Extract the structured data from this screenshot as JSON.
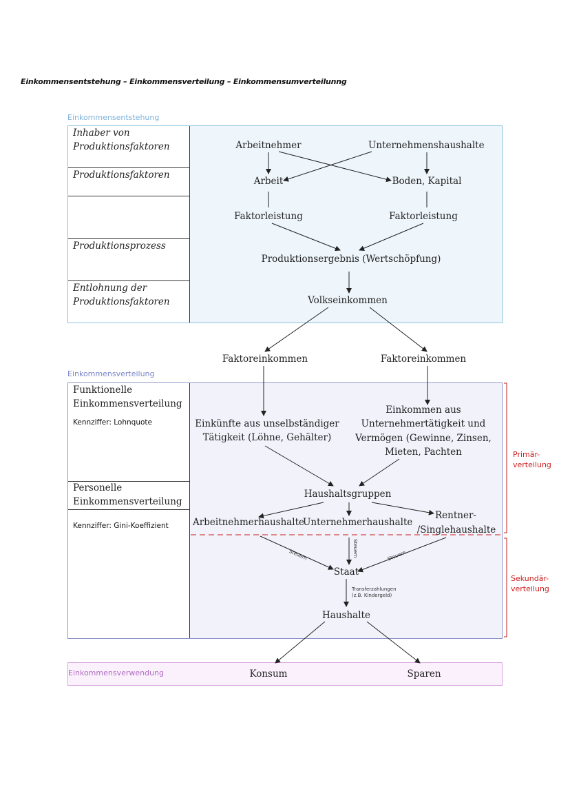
{
  "title": "Einkommensentstehung – Einkommensverteilung – Einkommensumverteilunng",
  "sections": {
    "entstehung": "Einkommensentstehung",
    "verteilung": "Einkommensverteilung",
    "verwendung": "Einkommensverwendung"
  },
  "entstehung_rows": {
    "inhaber": "Inhaber von Produktionsfaktoren",
    "produktionsfaktoren": "Produktionsfaktoren",
    "produktionsprozess": "Produktionsprozess",
    "entlohnung": "Entlohnung der Produktionsfaktoren"
  },
  "verteilung_rows": {
    "funktionelle": "Funktionelle Einkommensverteilung",
    "kennziffer_lohnquote": "Kennziffer: Lohnquote",
    "personelle": "Personelle Einkommensverteilung",
    "kennziffer_gini": "Kennziffer: Gini-Koeffizient"
  },
  "nodes": {
    "arbeitnehmer": "Arbeitnehmer",
    "unternehmenshaushalte": "Unternehmenshaushalte",
    "arbeit": "Arbeit",
    "boden_kapital": "Boden, Kapital",
    "faktorleistung_left": "Faktorleistung",
    "faktorleistung_right": "Faktorleistung",
    "produktionsergebnis": "Produktionsergebnis (Wertschöpfung)",
    "volkseinkommen": "Volkseinkommen",
    "faktoreinkommen_left": "Faktoreinkommen",
    "faktoreinkommen_right": "Faktoreinkommen",
    "einkuenfte_line1": "Einkünfte aus unselbständiger",
    "einkuenfte_line2": "Tätigkeit (Löhne, Gehälter)",
    "einkommen_line1": "Einkommen aus",
    "einkommen_line2": "Unternehmertätigkeit und",
    "einkommen_line3": "Vermögen (Gewinne, Zinsen,",
    "einkommen_line4": "Mieten, Pachten",
    "haushaltsgruppen": "Haushaltsgruppen",
    "arbeitnehmerhaushalte": "Arbeitnehmerhaushalte",
    "unternehmerhaushalte": "Unternehmerhaushalte",
    "rentner_line1": "Rentner-",
    "rentner_line2": "/Singlehaushalte",
    "staat": "Staat",
    "haushalte": "Haushalte",
    "konsum": "Konsum",
    "sparen": "Sparen"
  },
  "edge_labels": {
    "steuern_left": "Steuern",
    "steuern_mid": "Steuern",
    "steuern_right": "Steuern",
    "transfer_line1": "Transferzahlungen",
    "transfer_line2": "(z.B. Kindergeld)"
  },
  "brackets": {
    "primaer_line1": "Primär-",
    "primaer_line2": "verteilung",
    "sekundaer_line1": "Sekundär-",
    "sekundaer_line2": "verteilung"
  },
  "colors": {
    "entstehung": "#8cc0e0",
    "verteilung": "#8d95c9",
    "verwendung": "#d9a3e0",
    "bracket": "#cc1f1f"
  }
}
